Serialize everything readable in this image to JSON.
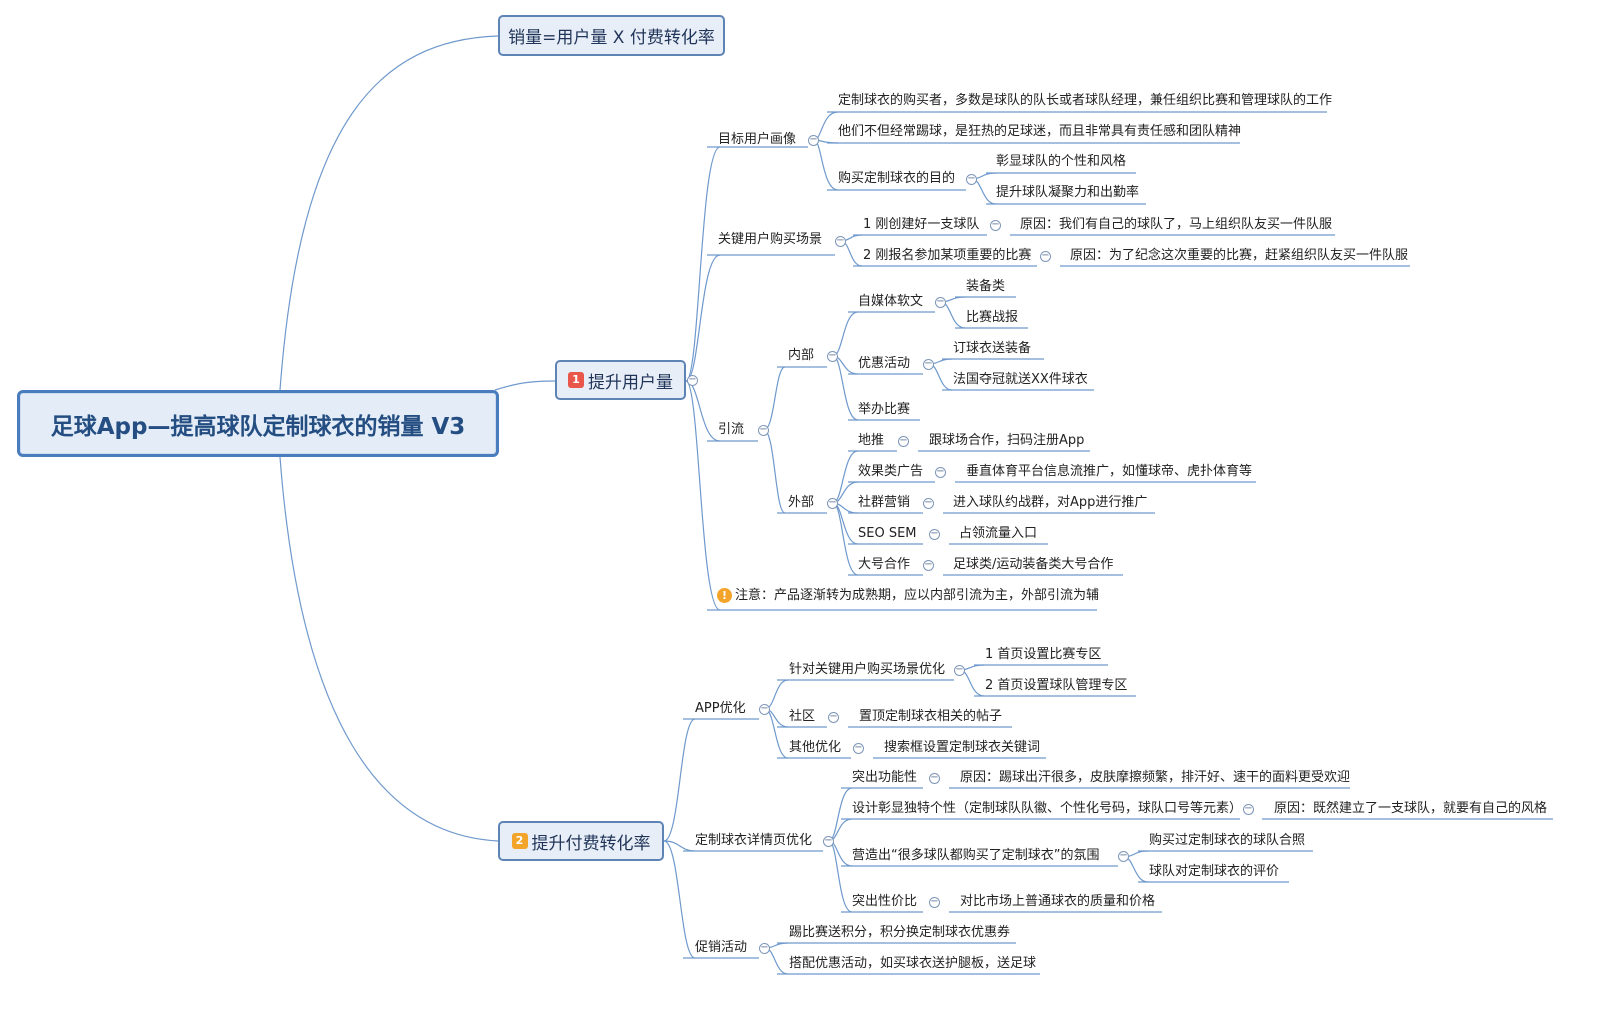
{
  "root": "足球App—提高球队定制球衣的销量 V3",
  "formula": "销量=用户量 X 付费转化率",
  "branch1": {
    "num": "1",
    "label": "提升用户量",
    "persona": {
      "label": "目标用户画像",
      "items": [
        "定制球衣的购买者，多数是球队的队长或者球队经理，兼任组织比赛和管理球队的工作",
        "他们不但经常踢球，是狂热的足球迷，而且非常具有责任感和团队精神"
      ],
      "purpose": {
        "label": "购买定制球衣的目的",
        "items": [
          "彰显球队的个性和风格",
          "提升球队凝聚力和出勤率"
        ]
      }
    },
    "scene": {
      "label": "关键用户购买场景",
      "items": [
        {
          "label": "1 刚创建好一支球队",
          "reason": "原因：我们有自己的球队了，马上组织队友买一件队服"
        },
        {
          "label": "2 刚报名参加某项重要的比赛",
          "reason": "原因：为了纪念这次重要的比赛，赶紧组织队友买一件队服"
        }
      ]
    },
    "traffic": {
      "label": "引流",
      "internal": {
        "label": "内部",
        "media": {
          "label": "自媒体软文",
          "items": [
            "装备类",
            "比赛战报"
          ]
        },
        "promo": {
          "label": "优惠活动",
          "items": [
            "订球衣送装备",
            "法国夺冠就送XX件球衣"
          ]
        },
        "event": "举办比赛"
      },
      "external": {
        "label": "外部",
        "items": [
          {
            "label": "地推",
            "value": "跟球场合作，扫码注册App"
          },
          {
            "label": "效果类广告",
            "value": "垂直体育平台信息流推广，如懂球帝、虎扑体育等"
          },
          {
            "label": "社群营销",
            "value": "进入球队约战群，对App进行推广"
          },
          {
            "label": "SEO SEM",
            "value": "占领流量入口"
          },
          {
            "label": "大号合作",
            "value": "足球类/运动装备类大号合作"
          }
        ]
      }
    },
    "note": "注意：产品逐渐转为成熟期，应以内部引流为主，外部引流为辅"
  },
  "branch2": {
    "num": "2",
    "label": "提升付费转化率",
    "app": {
      "label": "APP优化",
      "scene": {
        "label": "针对关键用户购买场景优化",
        "items": [
          "1 首页设置比赛专区",
          "2 首页设置球队管理专区"
        ]
      },
      "community": {
        "label": "社区",
        "value": "置顶定制球衣相关的帖子"
      },
      "other": {
        "label": "其他优化",
        "value": "搜索框设置定制球衣关键词"
      }
    },
    "detail": {
      "label": "定制球衣详情页优化",
      "function": {
        "label": "突出功能性",
        "value": "原因：踢球出汗很多，皮肤摩擦频繁，排汗好、速干的面料更受欢迎"
      },
      "design": {
        "label": "设计彰显独特个性（定制球队队徽、个性化号码，球队口号等元素）",
        "value": "原因：既然建立了一支球队，就要有自己的风格"
      },
      "atmosphere": {
        "label": "营造出“很多球队都购买了定制球衣”的氛围",
        "items": [
          "购买过定制球衣的球队合照",
          "球队对定制球衣的评价"
        ]
      },
      "value": {
        "label": "突出性价比",
        "value": "对比市场上普通球衣的质量和价格"
      }
    },
    "promo": {
      "label": "促销活动",
      "items": [
        "踢比赛送积分，积分换定制球衣优惠券",
        "搭配优惠活动，如买球衣送护腿板，送足球"
      ]
    }
  }
}
